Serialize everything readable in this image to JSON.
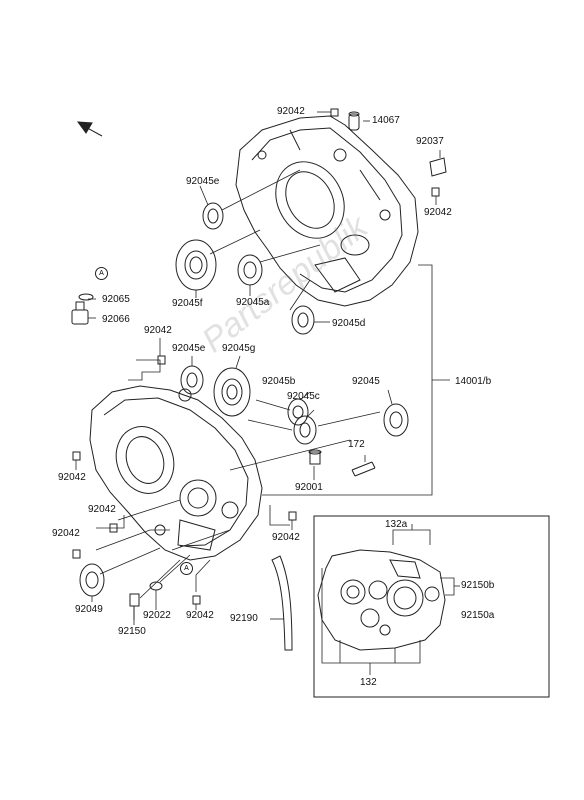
{
  "watermark": "Partsrepublik",
  "circle_marker": "A",
  "labels": {
    "p92042_top": "92042",
    "p14067": "14067",
    "p92037": "92037",
    "p92045e_top": "92045e",
    "p92042_right": "92042",
    "p92065": "92065",
    "p92066": "92066",
    "p92045f": "92045f",
    "p92045a": "92045a",
    "p92045d": "92045d",
    "p92042_mid": "92042",
    "p92045e_mid": "92045e",
    "p92045g": "92045g",
    "p92045b": "92045b",
    "p92045": "92045",
    "p92045c": "92045c",
    "p14001b": "14001/b",
    "p172": "172",
    "p92042_left": "92042",
    "p92001": "92001",
    "p92042_low1": "92042",
    "p92042_low2": "92042",
    "p92042_low3": "92042",
    "p132a": "132a",
    "p92150b": "92150b",
    "p92150a": "92150a",
    "p92049": "92049",
    "p92022": "92022",
    "p92042_bot": "92042",
    "p92190": "92190",
    "p92150": "92150",
    "p132": "132"
  }
}
